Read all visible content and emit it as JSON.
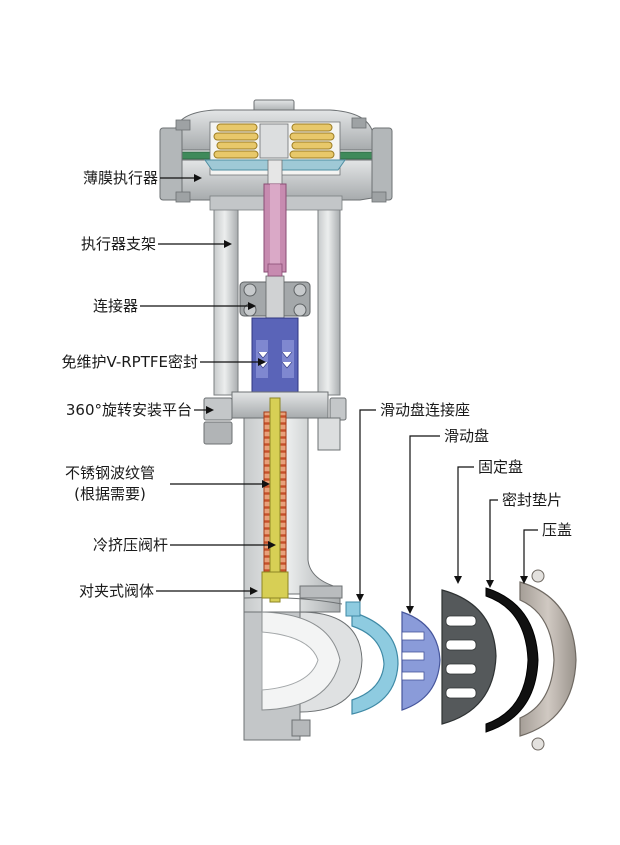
{
  "title": "滑动盘阀结构剖视图",
  "labels": {
    "diaphragm_actuator": "薄膜执行器",
    "actuator_bracket": "执行器支架",
    "connector": "连接器",
    "seal": "免维护V-RPTFE密封",
    "mounting_platform": "360°旋转安装平台",
    "bellows_line1": "不锈钢波纹管",
    "bellows_line2": "(根据需要)",
    "valve_stem": "冷挤压阀杆",
    "valve_body": "对夹式阀体",
    "disc_holder": "滑动盘连接座",
    "sliding_disc": "滑动盘",
    "fixed_disc": "固定盘",
    "gasket": "密封垫片",
    "cover": "压盖"
  },
  "colors": {
    "steel_light": "#d9dbdc",
    "steel_mid": "#b8bbbd",
    "steel_dark": "#8f9496",
    "spring": "#e8c86a",
    "diaphragm": "#9fc9d6",
    "stem_pink": "#c78bb0",
    "packing_blue": "#5a64b8",
    "stem_yellow": "#d7cf55",
    "bellows_red": "#d96a3a",
    "holder_cyan": "#8ecbe0",
    "disc_blue": "#8a9bd9",
    "fixed_gray": "#55595b",
    "gasket_black": "#111111",
    "cover_tan": "#b8b0a8"
  }
}
